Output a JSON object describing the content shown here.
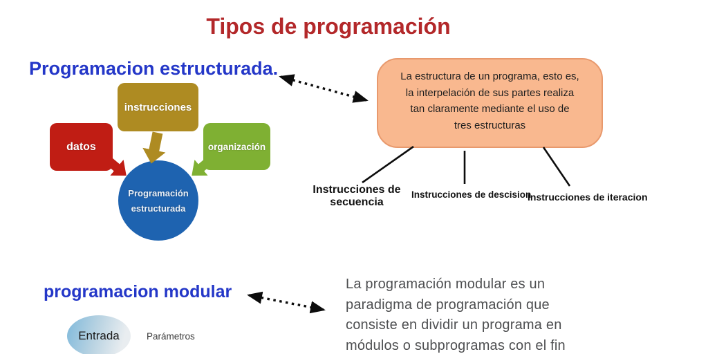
{
  "page": {
    "title": "Tipos de programación"
  },
  "structured": {
    "heading": "Programacion estructurada.",
    "cluster": {
      "top_box": "instrucciones",
      "left_box": "datos",
      "right_box": "organización",
      "circle_line1": "Programación",
      "circle_line2": "estructurada"
    },
    "definition_lines": [
      "La estructura de un programa, esto es,",
      "la interpelación de sus partes realiza",
      "tan claramente mediante el uso de",
      "tres estructuras"
    ],
    "branches": [
      {
        "label": "Instrucciones de secuencia"
      },
      {
        "label": "Instrucciones de descision"
      },
      {
        "label": "Instrucciones de iteracion"
      }
    ]
  },
  "modular": {
    "heading": "programacion modular",
    "paragraph_lines": [
      "La programación modular es un",
      "paradigma de programación que",
      "consiste en dividir un programa en",
      "módulos o subprogramas con el fin"
    ],
    "entrada": "Entrada",
    "parametros": "Parámetros"
  },
  "colors": {
    "title_red": "#b3282a",
    "heading_blue": "#2437c8",
    "definition_fill": "#f9b88f",
    "definition_border": "#e8996d",
    "box_gold": "#ae8b22",
    "box_red": "#c01d14",
    "box_green": "#7fb033",
    "circle_blue": "#1e63b0",
    "paragraph_gray": "#4e4f51"
  }
}
